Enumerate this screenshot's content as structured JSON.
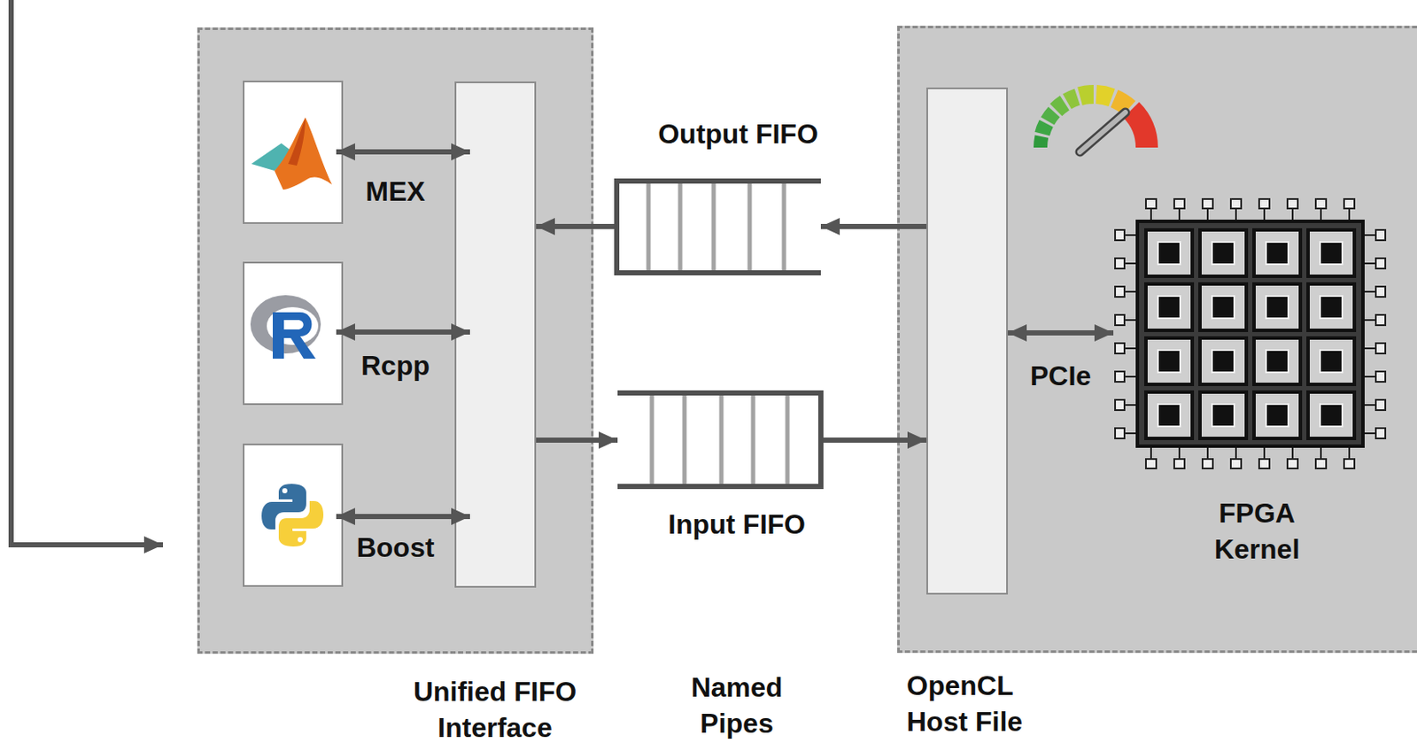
{
  "diagram": {
    "nodes": [
      {
        "text": [
          "Unified FIFO Interface"
        ]
      },
      {
        "text": [
          "Output FIFO"
        ]
      },
      {
        "text": [
          "Input FIFO"
        ]
      },
      {
        "text": [
          "OpenCL Host File"
        ]
      },
      {
        "text": [
          "FPGA Kernel"
        ],
        "in": 3
      }
    ],
    "edges": [
      {
        "from": 3,
        "to": 1,
        "arrow": "to"
      },
      {
        "from": 1,
        "to": 0,
        "arrow": "to"
      },
      {
        "from": 0,
        "to": 2,
        "arrow": "to"
      },
      {
        "from": 2,
        "to": 3,
        "arrow": "to"
      },
      {
        "from": 3,
        "to": 4,
        "arrow": "both",
        "label": "PCIe"
      }
    ],
    "labels": [
      "MEX",
      "Rcpp",
      "Boost",
      "Named Pipes"
    ]
  }
}
